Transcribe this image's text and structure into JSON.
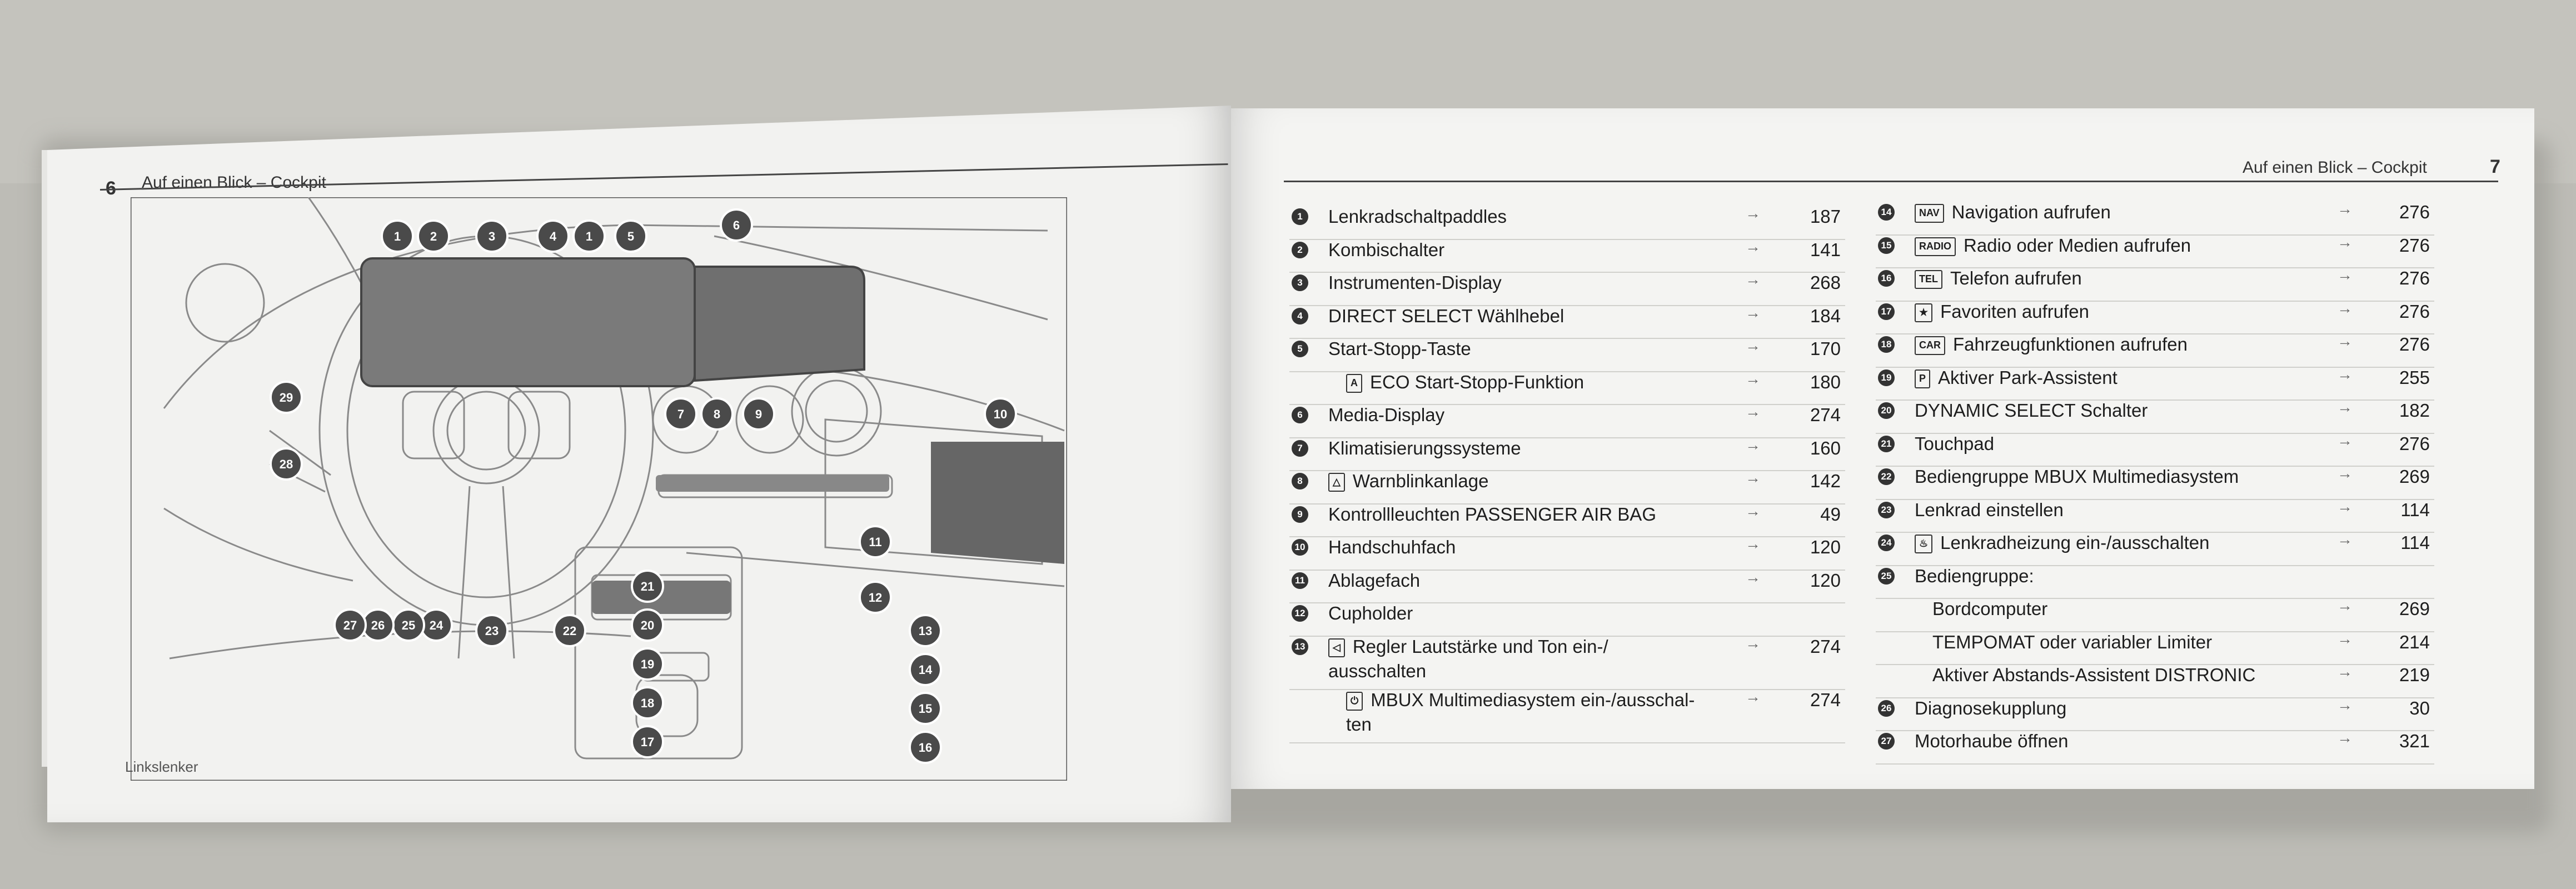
{
  "left_page": {
    "page_number": "6",
    "title": "Auf einen Blick – Cockpit",
    "footer": "Linkslenker"
  },
  "right_page": {
    "page_number": "7",
    "title": "Auf einen Blick – Cockpit"
  },
  "callouts": [
    {
      "n": "1"
    },
    {
      "n": "2"
    },
    {
      "n": "3"
    },
    {
      "n": "4"
    },
    {
      "n": "1"
    },
    {
      "n": "5"
    },
    {
      "n": "6"
    },
    {
      "n": "7"
    },
    {
      "n": "8"
    },
    {
      "n": "9"
    },
    {
      "n": "10"
    },
    {
      "n": "11"
    },
    {
      "n": "12"
    },
    {
      "n": "13"
    },
    {
      "n": "14"
    },
    {
      "n": "15"
    },
    {
      "n": "16"
    },
    {
      "n": "17"
    },
    {
      "n": "18"
    },
    {
      "n": "19"
    },
    {
      "n": "20"
    },
    {
      "n": "21"
    },
    {
      "n": "22"
    },
    {
      "n": "23"
    },
    {
      "n": "24"
    },
    {
      "n": "25"
    },
    {
      "n": "26"
    },
    {
      "n": "27"
    },
    {
      "n": "28"
    },
    {
      "n": "29"
    }
  ],
  "arrow_glyph": "→",
  "left_column": [
    {
      "num": "1",
      "label": "Lenkradschaltpaddles",
      "page": "187"
    },
    {
      "num": "2",
      "label": "Kombischalter",
      "page": "141"
    },
    {
      "num": "3",
      "label": "Instrumenten-Display",
      "page": "268"
    },
    {
      "num": "4",
      "label": "DIRECT SELECT Wählhebel",
      "page": "184"
    },
    {
      "num": "5",
      "label": "Start-Stopp-Taste",
      "page": "170"
    },
    {
      "num": "",
      "sym": "A",
      "label": "ECO Start-Stopp-Funktion",
      "page": "180"
    },
    {
      "num": "6",
      "label": "Media-Display",
      "page": "274"
    },
    {
      "num": "7",
      "label": "Klimatisierungssysteme",
      "page": "160"
    },
    {
      "num": "8",
      "sym": "△",
      "label": "Warnblinkanlage",
      "page": "142"
    },
    {
      "num": "9",
      "label": "Kontrollleuchten PASSENGER AIR BAG",
      "page": "49"
    },
    {
      "num": "10",
      "label": "Handschuhfach",
      "page": "120"
    },
    {
      "num": "11",
      "label": "Ablagefach",
      "page": "120"
    },
    {
      "num": "12",
      "label": "Cupholder",
      "page": ""
    },
    {
      "num": "13",
      "sym": "◁",
      "label": "Regler Lautstärke und Ton ein-/",
      "label2": "ausschalten",
      "page": "274"
    },
    {
      "num": "",
      "sym": "⏻",
      "label": "MBUX Multimediasystem ein-/ausschal-",
      "label2": "ten",
      "page": "274"
    }
  ],
  "right_column": [
    {
      "num": "14",
      "sym": "NAV",
      "label": "Navigation aufrufen",
      "page": "276"
    },
    {
      "num": "15",
      "sym": "RADIO",
      "label": "Radio oder Medien aufrufen",
      "page": "276"
    },
    {
      "num": "16",
      "sym": "TEL",
      "label": "Telefon aufrufen",
      "page": "276"
    },
    {
      "num": "17",
      "sym": "★",
      "label": "Favoriten aufrufen",
      "page": "276"
    },
    {
      "num": "18",
      "sym": "CAR",
      "label": "Fahrzeugfunktionen aufrufen",
      "page": "276"
    },
    {
      "num": "19",
      "sym": "P",
      "label": "Aktiver Park-Assistent",
      "page": "255"
    },
    {
      "num": "20",
      "label": "DYNAMIC SELECT Schalter",
      "page": "182"
    },
    {
      "num": "21",
      "label": "Touchpad",
      "page": "276"
    },
    {
      "num": "22",
      "label": "Bediengruppe MBUX Multimediasystem",
      "page": "269"
    },
    {
      "num": "23",
      "label": "Lenkrad einstellen",
      "page": "114"
    },
    {
      "num": "24",
      "sym": "♨",
      "label": "Lenkradheizung ein-/ausschalten",
      "page": "114"
    },
    {
      "num": "25",
      "label": "Bediengruppe:",
      "page": ""
    },
    {
      "num": "",
      "label": "Bordcomputer",
      "page": "269"
    },
    {
      "num": "",
      "label": "TEMPOMAT oder variabler Limiter",
      "page": "214"
    },
    {
      "num": "",
      "label": "Aktiver Abstands-Assistent DISTRONIC",
      "page": "219"
    },
    {
      "num": "26",
      "label": "Diagnosekupplung",
      "page": "30"
    },
    {
      "num": "27",
      "label": "Motorhaube öffnen",
      "page": "321"
    }
  ]
}
